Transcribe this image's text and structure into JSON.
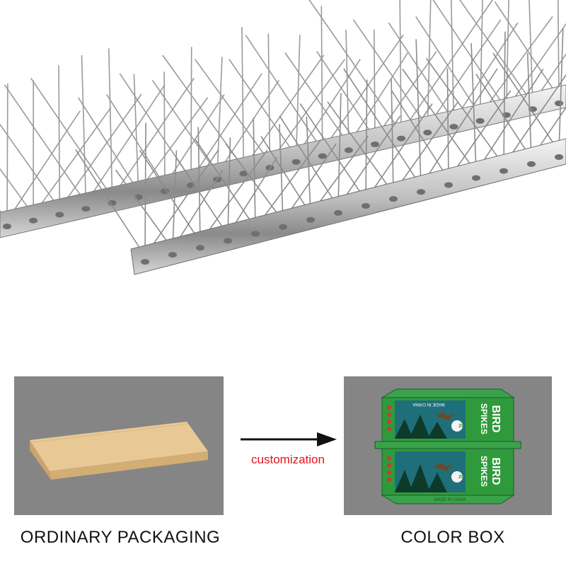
{
  "captions": {
    "ordinary": "ORDINARY PACKAGING",
    "color": "COLOR BOX"
  },
  "arrow_label": "customization",
  "color_box": {
    "brand_line1": "BIRD",
    "brand_line2": "SPIKES",
    "origin": "MADE IN CHINA",
    "count": "20"
  },
  "colors": {
    "panel_bg": "#858585",
    "arrow_label": "#e4141c",
    "kraft_box": "#e2c08d",
    "color_box_green": "#2f9a3c",
    "color_box_teal": "#1f6f7a"
  },
  "icons": [
    "bird-spike-strip",
    "kraft-box",
    "arrow-right-icon",
    "color-box-print"
  ]
}
